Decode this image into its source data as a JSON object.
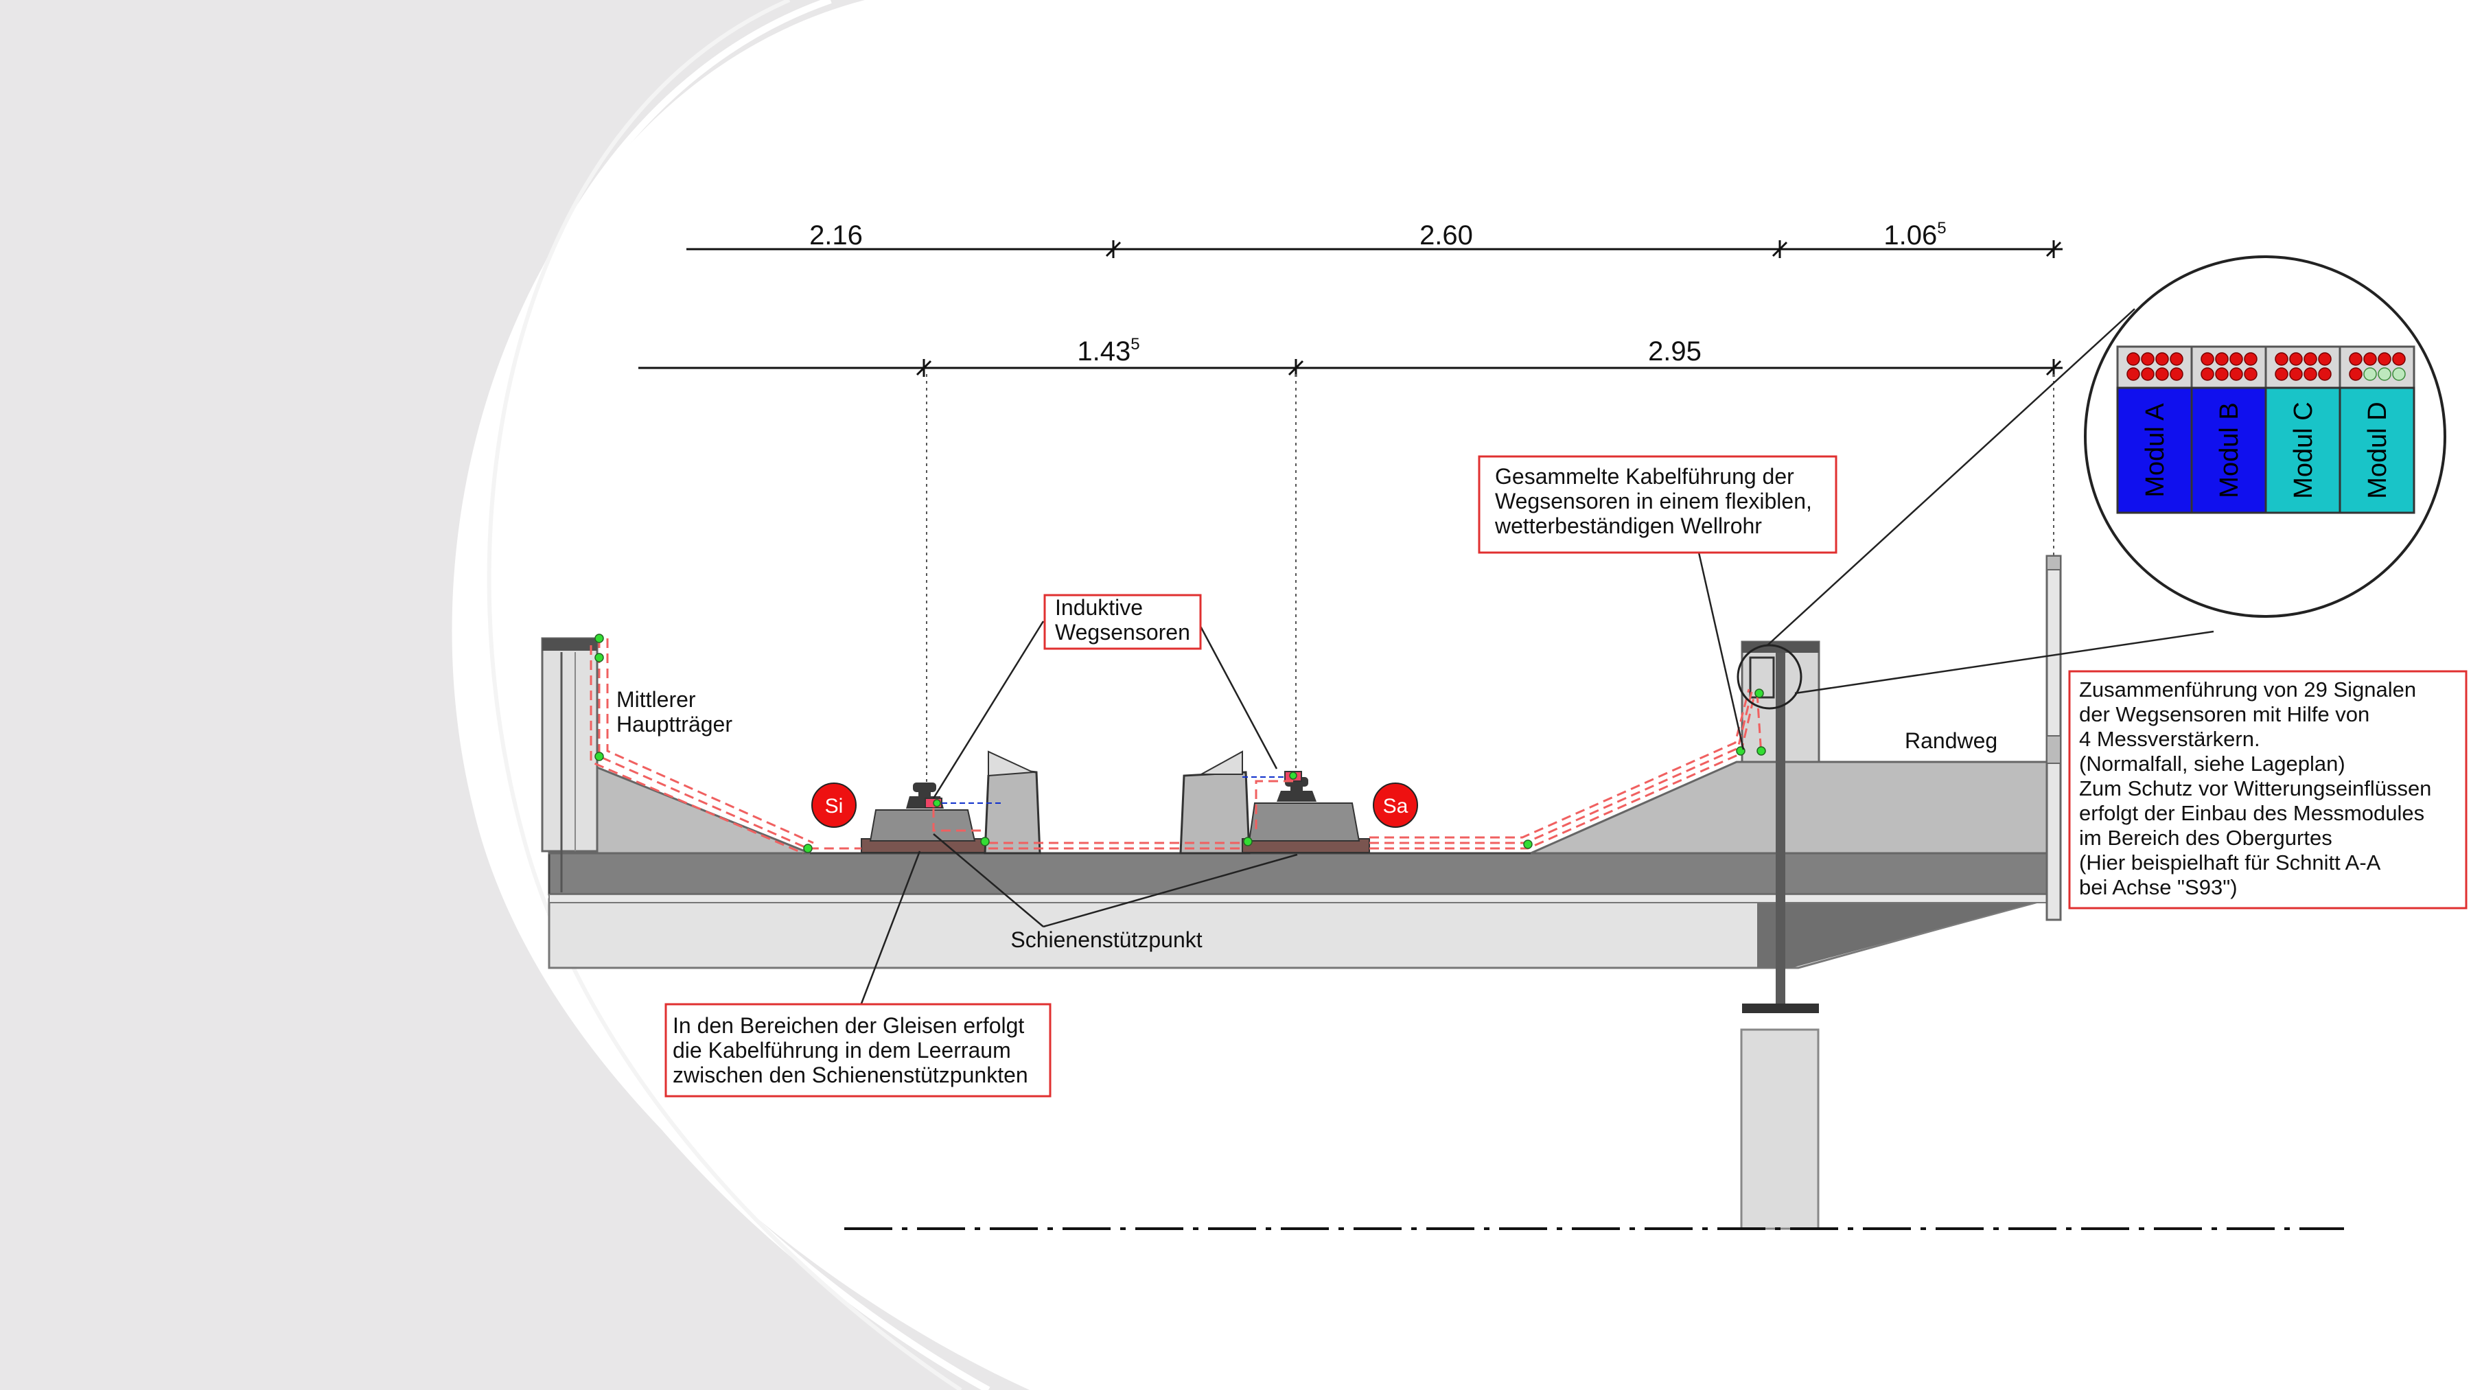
{
  "dimensions": {
    "top": [
      {
        "text": "2.16",
        "sup": ""
      },
      {
        "text": "2.60",
        "sup": ""
      },
      {
        "text": "1.06",
        "sup": "5"
      }
    ],
    "bottom": [
      {
        "text": "1.43",
        "sup": "5"
      },
      {
        "text": "2.95",
        "sup": ""
      }
    ]
  },
  "labels": {
    "main_girder": [
      "Mittlerer",
      "Hauptträger"
    ],
    "footway": "Randweg",
    "rail_support": "Schienenstützpunkt",
    "si": "Si",
    "sa": "Sa"
  },
  "callouts": {
    "sensors": [
      "Induktive",
      "Wegsensoren"
    ],
    "conduit": [
      "Gesammelte Kabelführung der",
      "Wegsensoren in einem flexiblen,",
      "wetterbeständigen Wellrohr"
    ],
    "track_routing": [
      "In den Bereichen der Gleisen erfolgt",
      "die Kabelführung in dem Leerraum",
      "zwischen den Schienenstützpunkten"
    ],
    "signals": [
      "Zusammenführung von 29 Signalen",
      "der Wegsensoren mit Hilfe von",
      "4 Messverstärkern.",
      "(Normalfall, siehe Lageplan)",
      "Zum Schutz vor Witterungseinflüssen",
      "erfolgt der Einbau des Messmodules",
      "im Bereich des Obergurtes",
      "(Hier beispielhaft für Schnitt A-A",
      "bei Achse \"S93\")"
    ]
  },
  "modules": [
    {
      "name": "Modul A",
      "color": "#1010ee",
      "active": 8
    },
    {
      "name": "Modul B",
      "color": "#1010ee",
      "active": 8
    },
    {
      "name": "Modul C",
      "color": "#19c4c8",
      "active": 8
    },
    {
      "name": "Modul D",
      "color": "#19c4c8",
      "active": 5
    }
  ],
  "colors": {
    "callout_border": "#e03030",
    "cable": "#f06060",
    "sensor_point": "#33dd33",
    "marker": "#ee1111",
    "deck": "#c0c0c0",
    "deck_dark": "#808080",
    "background_swoosh": "#e8e7e8"
  }
}
